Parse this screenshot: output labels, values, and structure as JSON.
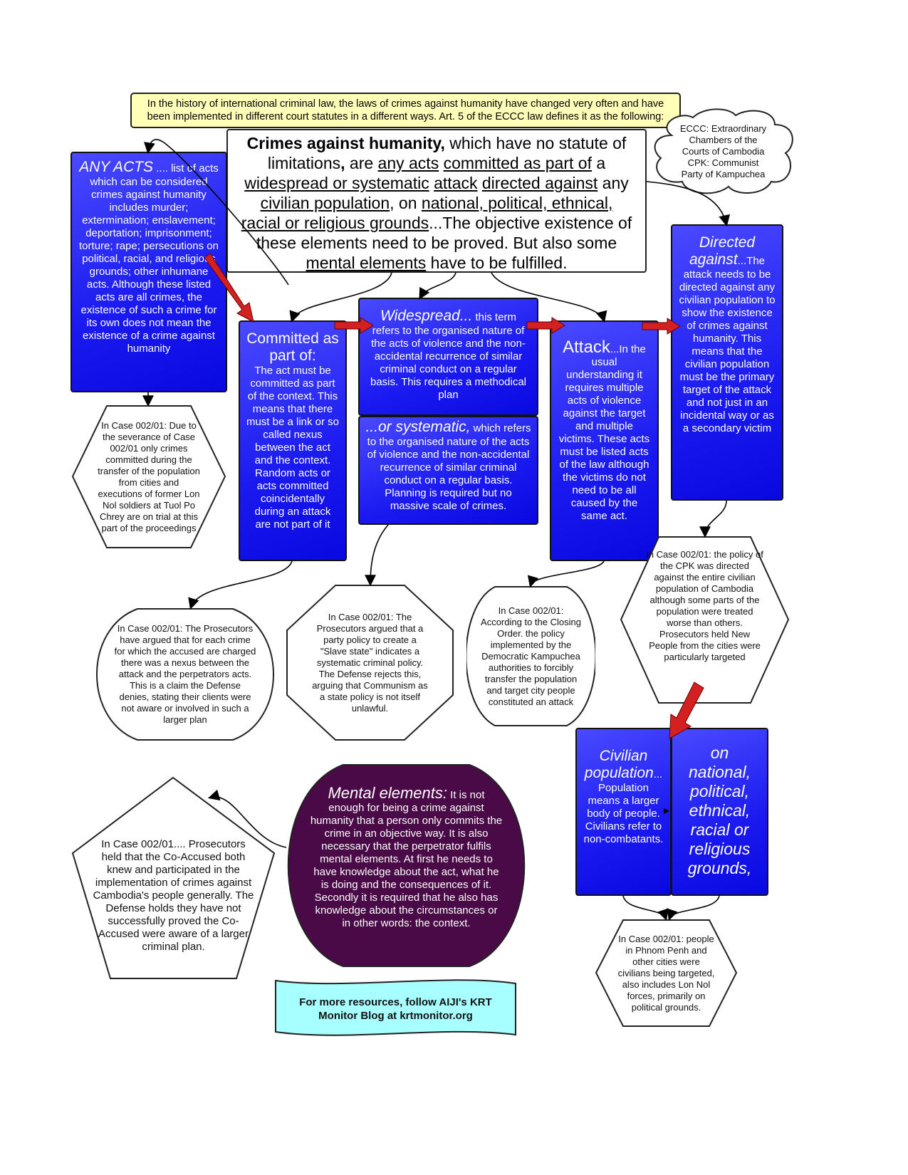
{
  "note": "In the history of international criminal law, the laws of crimes against humanity have changed very often and have been implemented in different court statutes in a different ways. Art. 5 of the ECCC law defines it as the following:",
  "main": {
    "segments": [
      {
        "t": "Crimes against humanity,",
        "s": "b"
      },
      {
        "t": " which have no statute of limitations",
        "s": ""
      },
      {
        "t": ",",
        "s": "b"
      },
      {
        "t": " are ",
        "s": ""
      },
      {
        "t": "any acts",
        "s": "u"
      },
      {
        "t": "  ",
        "s": ""
      },
      {
        "t": "committed as part of",
        "s": "u"
      },
      {
        "t": " a ",
        "s": ""
      },
      {
        "t": "widespread or systematic",
        "s": "u"
      },
      {
        "t": " ",
        "s": ""
      },
      {
        "t": "attack",
        "s": "u"
      },
      {
        "t": " ",
        "s": ""
      },
      {
        "t": "directed against",
        "s": "u"
      },
      {
        "t": " any ",
        "s": ""
      },
      {
        "t": "civilian population",
        "s": "u"
      },
      {
        "t": ", on ",
        "s": ""
      },
      {
        "t": "national, political, ethnical, racial or religious grounds",
        "s": "u"
      },
      {
        "t": "...The objective existence of these elements need to be proved. But also some ",
        "s": ""
      },
      {
        "t": "mental elements",
        "s": "u"
      },
      {
        "t": " have to be fulfilled.",
        "s": ""
      }
    ]
  },
  "cloud": "ECCC: Extraordinary Chambers of the Courts of Cambodia CPK: Communist Party of Kampuchea",
  "any_acts": {
    "title": "ANY ACTS",
    "body": " .... list of acts which can be considered crimes against humanity includes murder; extermination; enslavement; deportation; imprisonment; torture; rape; persecutions on political, racial, and religious grounds; other inhumane acts. Although these listed acts are all crimes, the existence of such a crime for its own does not mean the existence of a crime against humanity"
  },
  "committed": {
    "title": "Committed as part of:",
    "body": "The act must be committed as part of the context. This means that there must be a link or so called nexus between the act and the context. Random acts or acts committed coincidentally during an attack are not part of it"
  },
  "widespread": {
    "title": "Widespread...",
    "body": " this term refers to the organised nature of the acts of violence and the non-accidental recurrence of similar criminal conduct on a regular basis.  This requires a methodical plan"
  },
  "systematic": {
    "title": "...or systematic,",
    "body": " which refers to the organised nature of the acts of violence and the non-accidental recurrence of similar criminal conduct on a regular basis. Planning is required but no massive scale of crimes."
  },
  "attack": {
    "title": "Attack",
    "body": "...In the usual understanding it requires multiple acts of violence against the target and multiple victims. These acts must be listed acts of the law although the victims do not need to be all caused by the same act."
  },
  "directed": {
    "title": "Directed against",
    "body": "...The attack needs to be directed against any civilian population to show the existence of crimes against humanity. This means that the civilian population must be the primary target of the attack and not just in an incidental way or as a secondary victim"
  },
  "civilian": {
    "title": "Civilian population",
    "body": "... Population means a larger body of people. Civilians refer to non-combatants."
  },
  "grounds": "on national, political, ethnical, racial or religious grounds,",
  "mental": {
    "title": "Mental elements:",
    "body": " It is not enough for being a crime against humanity that a person only commits the crime in an objective way. It is also necessary that the perpetrator fulfils mental elements. At first he needs to have knowledge about the act, what he is doing and the consequences of it. Secondly it is required that he also has knowledge about the circumstances or in other words: the context."
  },
  "cases": {
    "any_acts": "In Case 002/01: Due to the severance of Case 002/01 only crimes committed during the transfer of the population from cities and executions of former Lon Nol soldiers at Tuol Po Chrey are on trial at this part of the proceedings",
    "committed": "In Case 002/01: The Prosecutors have argued that for each crime for which the accused are charged there was a nexus between the attack and the perpetrators acts. This is a claim the Defense denies, stating their clients were not aware or involved in such a larger plan",
    "systematic": "In Case 002/01: The Prosecutors argued that a party policy to create a \"Slave state\" indicates a systematic criminal policy. The Defense rejects this, arguing that Communism as a state policy is not itself unlawful.",
    "attack": "In Case 002/01: According to the Closing Order. the policy implemented by the Democratic Kampuchea authorities  to forcibly transfer the population and target city people constituted an attack",
    "directed": "In Case 002/01:  the policy of the CPK was directed against the entire civilian population of Cambodia although some parts of the population were treated worse than others. Prosecutors held New People from the cities were particularly targeted",
    "civilian": "In Case 002/01: people in Phnom Penh and other cities were civilians being targeted, also includes Lon Nol forces, primarily on political grounds.",
    "mental": "In Case 002/01.... Prosecutors held that the Co-Accused both knew and participated in the implementation  of crimes against Cambodia's people generally. The Defense holds they have not successfully proved the Co-Accused were aware of a larger criminal plan."
  },
  "banner": "For more resources, follow AIJI's KRT Monitor Blog at krtmonitor.org",
  "colors": {
    "blue": "#1a1af0",
    "note": "#ffffb8",
    "mental": "#4a0a48",
    "banner": "#a8ffff",
    "arrow_red": "#d42020"
  }
}
